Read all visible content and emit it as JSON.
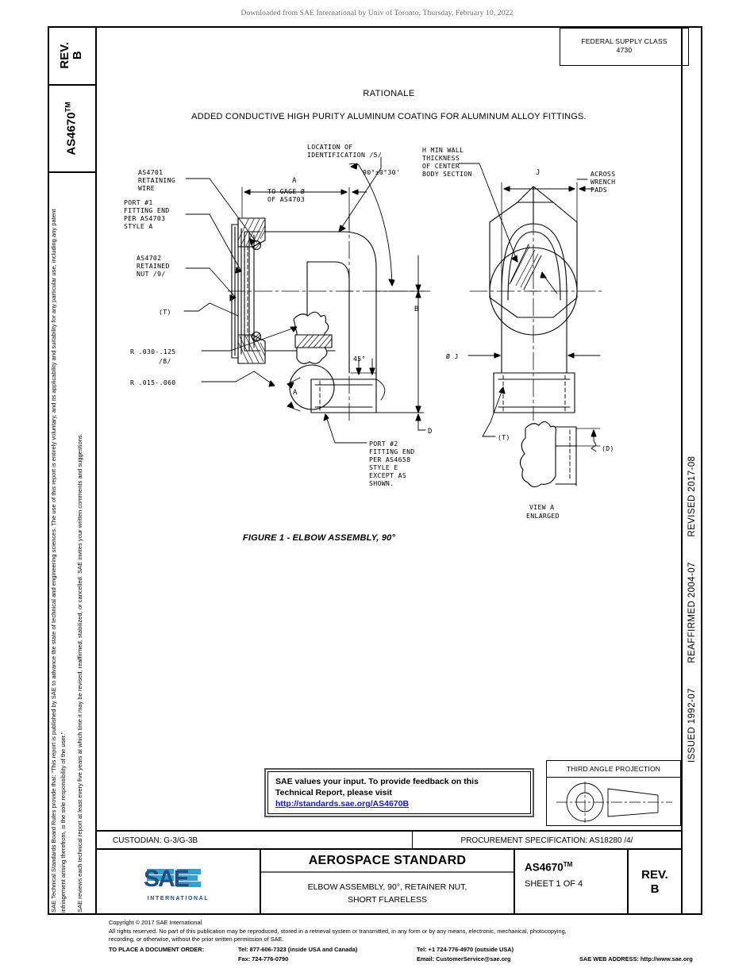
{
  "banner": {
    "text": "Downloaded from SAE International by Univ of Toronto, Thursday, February 10, 2022"
  },
  "left_column": {
    "rev_label": "REV.",
    "rev_value": "B",
    "doc_number": "AS4670",
    "doc_number_tm": "TM",
    "legal_paragraph_1": "SAE Technical Standards Board Rules provide that: “This report is published by SAE to advance the state of technical and engineering sciences. The use of this report is entirely voluntary, and its applicability and suitability for any particular use, including any patent infringement arising therefrom, is the sole responsibility of the user.”",
    "legal_paragraph_2": "SAE reviews each technical report at least every five years at which time it may be revised, reaffirmed, stabilized, or cancelled. SAE invites your written comments and suggestions."
  },
  "right_column": {
    "issued": "ISSUED 1992-07",
    "reaffirmed": "REAFFIRMED 2004-07",
    "revised": "REVISED 2017-08"
  },
  "federal_supply_class": {
    "label": "FEDERAL SUPPLY CLASS",
    "value": "4730"
  },
  "rationale": {
    "title": "RATIONALE",
    "body": "ADDED CONDUCTIVE HIGH PURITY ALUMINUM COATING FOR ALUMINUM ALLOY FITTINGS."
  },
  "figure": {
    "caption": "FIGURE 1 - ELBOW ASSEMBLY, 90°",
    "annotations": {
      "location_of_identification": "LOCATION OF\nIDENTIFICATION /5/",
      "as4701_retaining_wire": "AS4701\nRETAINING\nWIRE",
      "port1": "PORT #1\nFITTING END\nPER AS4703\nSTYLE A",
      "as4702_retained_nut": "AS4702\nRETAINED\nNUT  /9/",
      "t_callout_left": "(T)",
      "radius_1": "R .030-.125",
      "radius_1_note": "/8/",
      "radius_2": "R .015-.060",
      "dim_a": "A",
      "dim_a_note": "TO GAGE Ø\nOF AS4703",
      "angle_tol": "90°±0°30'",
      "h_min_wall": "H MIN WALL\nTHICKNESS\nOF CENTER\nBODY SECTION",
      "dim_b": "B",
      "dim_d": "D",
      "dim_j": "J",
      "dim_dia_j": "Ø J",
      "across_wrench_pads": "ACROSS\nWRENCH\nPADS",
      "angle_45": "45°",
      "port2": "PORT #2\nFITTING END\nPER AS4658\nSTYLE E\nEXCEPT AS\nSHOWN.",
      "t_callout_right": "(T)",
      "detail_a": "A",
      "view_a": "VIEW A\nENLARGED",
      "view_a_dim": "(D)"
    }
  },
  "feedback": {
    "line1": "SAE values your input. To provide feedback on this",
    "line2": "Technical Report, please visit",
    "link": "http://standards.sae.org/AS4670B",
    "link_color": "#1515e0"
  },
  "third_angle_projection": {
    "title": "THIRD ANGLE PROJECTION"
  },
  "custodian_row": {
    "custodian": "CUSTODIAN: G-3/G-3B",
    "procurement": "PROCUREMENT SPECIFICATION: AS18280 /4/"
  },
  "title_block": {
    "logo_text": "SAE",
    "logo_sub": "INTERNATIONAL",
    "standard_type": "AEROSPACE STANDARD",
    "title_line1": "ELBOW ASSEMBLY, 90°, RETAINER NUT,",
    "title_line2": "SHORT FLARELESS",
    "doc_number": "AS4670",
    "doc_number_tm": "TM",
    "sheet": "SHEET 1 OF 4",
    "rev_label": "REV.",
    "rev_value": "B",
    "logo_light_blue": "#29a3dc",
    "logo_dark_blue": "#1c4e87"
  },
  "footer": {
    "copyright": "Copyright © 2017 SAE International",
    "rights_line1": "All rights reserved. No part of this publication may be reproduced, stored in a retrieval system or transmitted, in any form or by any means, electronic, mechanical, photocopying,",
    "rights_line2": "recording, or otherwise, without the prior written permission of SAE.",
    "order_label": "TO PLACE A DOCUMENT ORDER:",
    "tel_inside": "Tel: 877-606-7323 (inside USA and Canada)",
    "fax": "Fax: 724-776-0790",
    "tel_outside": "Tel: +1 724-776-4970 (outside USA)",
    "email": "Email: CustomerService@sae.org",
    "web": "SAE WEB ADDRESS: http://www.sae.org"
  }
}
